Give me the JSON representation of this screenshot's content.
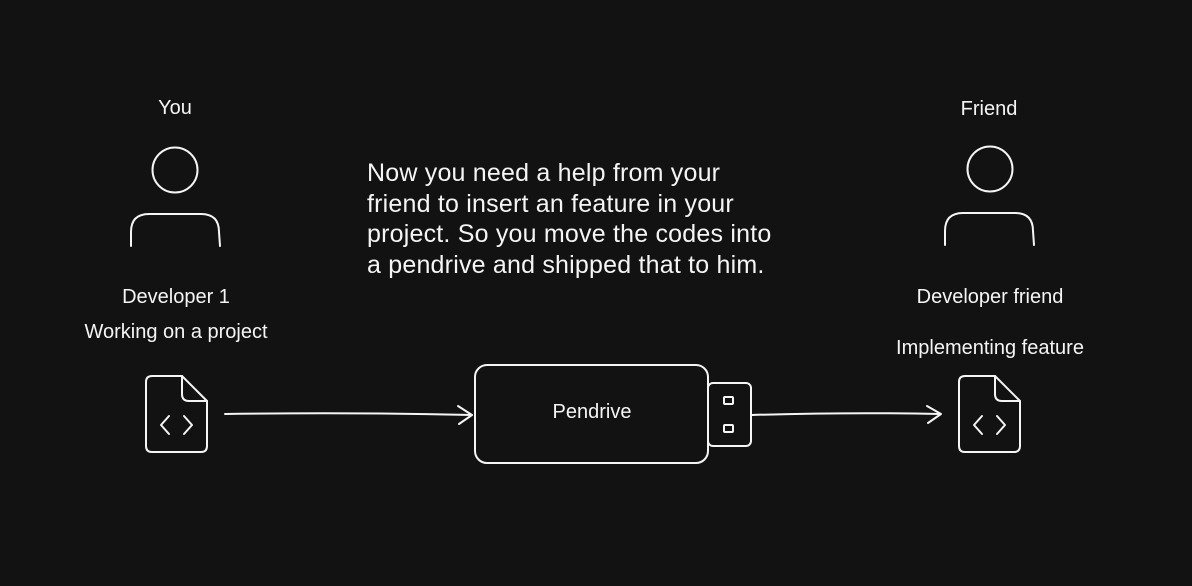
{
  "palette": {
    "background": "#121212",
    "stroke": "#f5f5f5",
    "text": "#f5f5f5"
  },
  "you": {
    "title": "You",
    "role": "Developer 1",
    "activity": "Working on a project",
    "person_icon": "user-icon",
    "file_icon": "code-file-icon"
  },
  "friend": {
    "title": "Friend",
    "role": "Developer friend",
    "activity": "Implementing feature",
    "person_icon": "user-icon",
    "file_icon": "code-file-icon"
  },
  "narrative": "Now you need a help from your\nfriend to insert an feature in your\nproject. So you move the codes into\na pendrive and shipped that to him.",
  "pendrive": {
    "label": "Pendrive",
    "icon": "usb-drive-icon"
  }
}
